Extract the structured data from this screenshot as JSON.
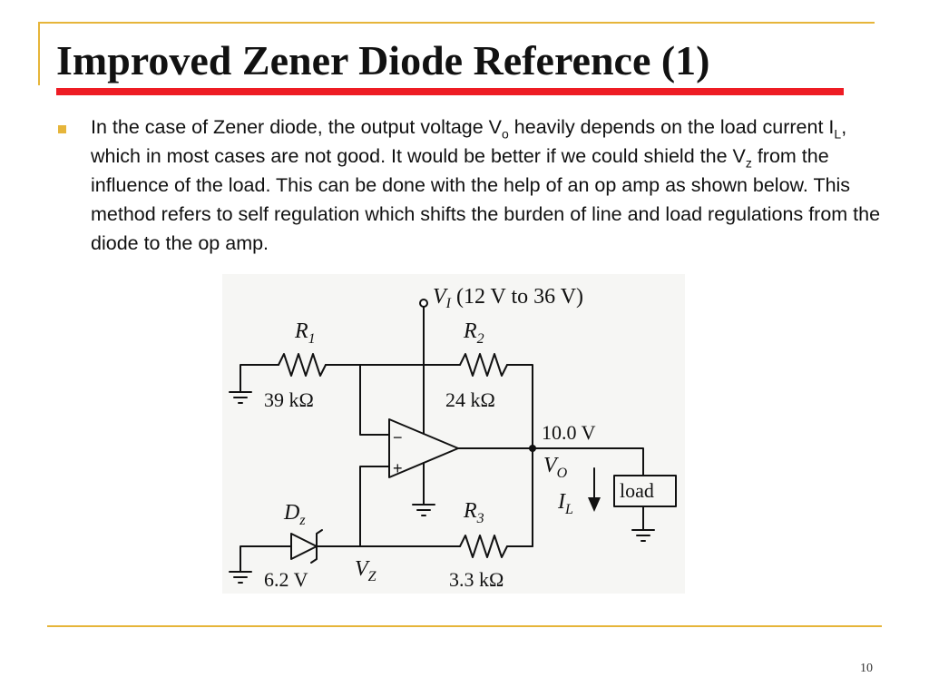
{
  "slide": {
    "title": "Improved Zener Diode Reference (1)",
    "page_number": "10"
  },
  "body": {
    "seg1": "In the case of Zener diode, the output voltage V",
    "sub1": "o",
    "seg2": " heavily depends on the load current I",
    "sub2": "L",
    "seg3": ", which in most cases are not good. It would be better if we could shield the V",
    "sub3": "z",
    "seg4": " from the influence of the load. This can be done with the help of an op amp as shown below. This method refers to self regulation which shifts the burden of line and load regulations from the diode to the op amp."
  },
  "circuit": {
    "vi_main": "V",
    "vi_sub": "I",
    "vi_range": " (12 V to 36 V)",
    "r1_main": "R",
    "r1_sub": "1",
    "r1_value": "39 kΩ",
    "r2_main": "R",
    "r2_sub": "2",
    "r2_value": "24 kΩ",
    "r3_main": "R",
    "r3_sub": "3",
    "r3_value": "3.3 kΩ",
    "dz_main": "D",
    "dz_sub": "z",
    "dz_value": "6.2 V",
    "vz_main": "V",
    "vz_sub": "Z",
    "vo_value": "10.0 V",
    "vo_main": "V",
    "vo_sub": "O",
    "il_main": "I",
    "il_sub": "L",
    "load_label": "load",
    "opamp_minus": "−",
    "opamp_plus": "+"
  }
}
